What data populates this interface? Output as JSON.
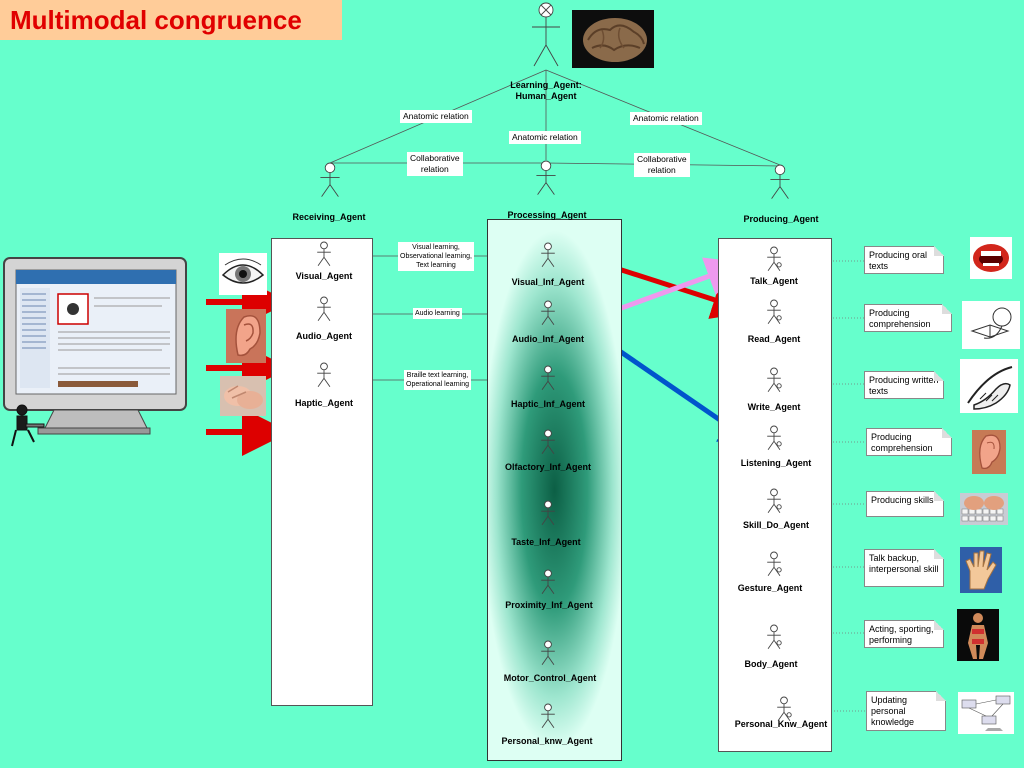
{
  "title": "Multimodal congruence",
  "top_agent": "Learning_Agent:\nHuman_Agent",
  "relations": {
    "anatomic_left": "Anatomic relation",
    "anatomic_center": "Anatomic relation",
    "anatomic_right": "Anatomic relation",
    "collab_left": "Collaborative\nrelation",
    "collab_right": "Collaborative\nrelation"
  },
  "column_titles": {
    "receiving": "Receiving_Agent",
    "processing": "Processing_Agent",
    "producing": "Producing_Agent"
  },
  "receiving_agents": [
    "Visual_Agent",
    "Audio_Agent",
    "Haptic_Agent"
  ],
  "processing_agents": [
    "Visual_Inf_Agent",
    "Audio_Inf_Agent",
    "Haptic_Inf_Agent",
    "Olfactory_Inf_Agent",
    "Taste_Inf_Agent",
    "Proximity_Inf_Agent",
    "Motor_Control_Agent",
    "Personal_knw_Agent"
  ],
  "producing_agents": [
    "Talk_Agent",
    "Read_Agent",
    "Write_Agent",
    "Listening_Agent",
    "Skill_Do_Agent",
    "Gesture_Agent",
    "Body_Agent",
    "Personal_Knw_Agent"
  ],
  "learning_links": [
    "Visual learning,\nObservational learning,\nText learning",
    "Audio learning",
    "Braille text learning,\nOperational learning"
  ],
  "notes": [
    "Producing oral texts",
    "Producing comprehension",
    "Producing written texts",
    "Producing comprehension",
    "Producing skills",
    "Talk backup, interpersonal skill",
    "Acting, sporting, performing",
    "Updating personal knowledge"
  ],
  "colors": {
    "background": "#66ffcc",
    "title_bg": "#ffcc99",
    "title_text": "#e00000",
    "arrow_red": "#dd0000",
    "arrow_pink": "#ee99ee",
    "arrow_blue": "#0055cc"
  },
  "icons": [
    "brain-photo",
    "eye-picture",
    "ear-picture",
    "hands-picture",
    "computer-monitor",
    "mouth-picture",
    "reading-picture",
    "writing-hand-picture",
    "keyboard-hands-picture",
    "gesture-hand-picture",
    "performer-picture",
    "diagram-picture"
  ]
}
